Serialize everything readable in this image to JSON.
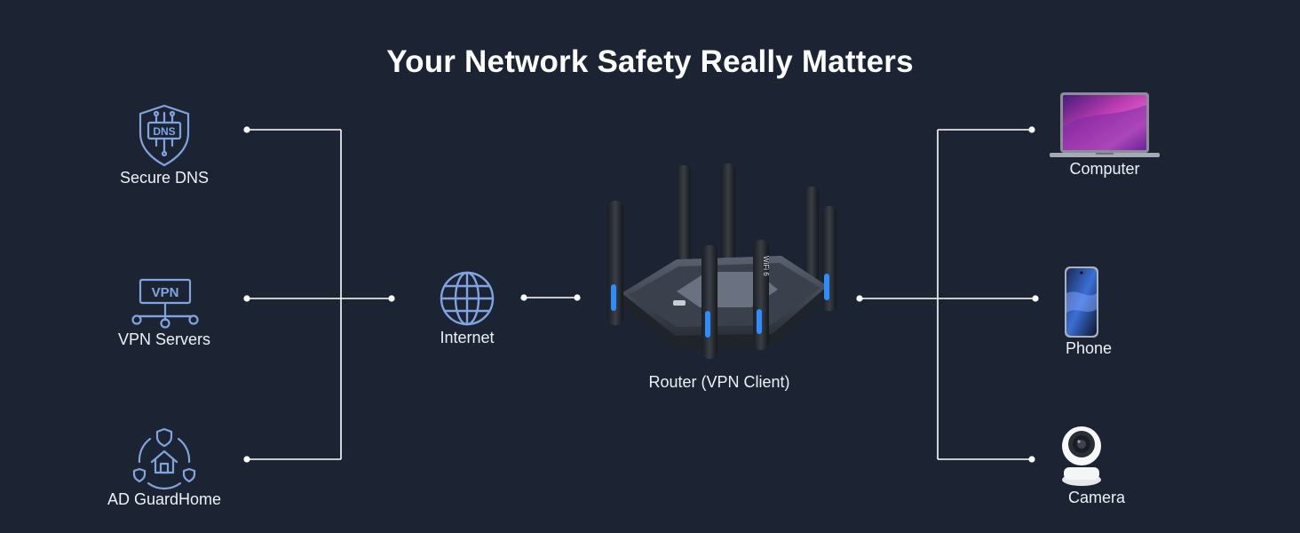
{
  "title": "Your Network Safety Really Matters",
  "colors": {
    "background": "#1c2434",
    "icon_stroke": "#7fa4e0",
    "wire": "#ffffff"
  },
  "services": [
    {
      "label": "Secure DNS",
      "icon": "shield-dns-icon"
    },
    {
      "label": "VPN Servers",
      "icon": "vpn-server-icon"
    },
    {
      "label": "AD GuardHome",
      "icon": "guard-home-icon"
    }
  ],
  "internet": {
    "label": "Internet",
    "icon": "globe-icon"
  },
  "router": {
    "label": "Router (VPN Client)",
    "icon": "router-icon"
  },
  "devices": [
    {
      "label": "Computer",
      "icon": "laptop-icon"
    },
    {
      "label": "Phone",
      "icon": "phone-icon"
    },
    {
      "label": "Camera",
      "icon": "camera-icon"
    }
  ]
}
